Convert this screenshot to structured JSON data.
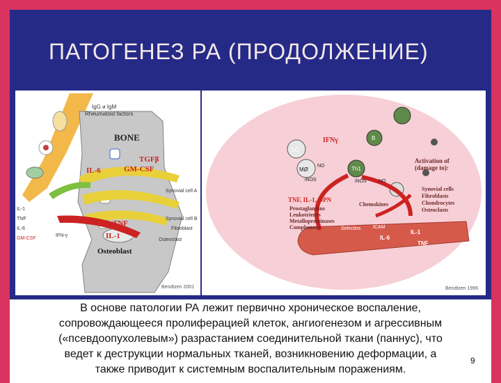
{
  "slide": {
    "title": "ПАТОГЕНЕЗ РА (ПРОДОЛЖЕНИЕ)",
    "page_number": "9"
  },
  "left_diagram": {
    "igg_igm": "IgG и IgM",
    "rheumatoid_factors": "Rheumatoid factors",
    "bone": "BONE",
    "tgf": "TGFβ",
    "il6": "IL-6",
    "gmcsf": "GM-CSF",
    "synovial_a": "Synovial cell A",
    "synovial_b": "Synovial cell B",
    "fibroblast": "Fibroblast",
    "tnf": "TNF",
    "il1": "IL-1",
    "osteoclast": "Osteoclast",
    "osteoblast": "Osteoblast",
    "il1_side": "IL-1",
    "tnf_side": "TNF",
    "il6_side": "IL-6",
    "gmcsf_side": "GM-CSF",
    "ifn": "IFN-γ",
    "credit": "Bendtzen 2001"
  },
  "right_diagram": {
    "ifn": "IFNγ",
    "dc": "DC",
    "mo": "MØ",
    "no1": "NO",
    "inos1": "iNOS",
    "th1": "Th1",
    "inos2": "iNOS",
    "no2": "NO",
    "b": "B",
    "activation": "Activation of",
    "damage_to": "(damage to):",
    "tnf_il1_opn": "TNF, IL-1, OPN",
    "prostaglandins": "Prostaglandins",
    "leukotrienes": "Leukotrienes",
    "metalloproteinases": "Metalloproteinases",
    "complement": "Complement",
    "chemokines": "Chemokines",
    "synovial_cells": "Synovial cells",
    "fibroblasts": "Fibroblasts",
    "chondrocytes": "Chondrocytes",
    "osteoclasts": "Osteoclasts",
    "selectins": "Selectins",
    "icam": "ICAM",
    "il1": "IL-1",
    "il6": "IL-6",
    "tnf": "TNF",
    "credit": "Bendtzen 1996"
  },
  "caption": {
    "line1": "В основе патологии РА лежит первично хроническое воспаление,",
    "line2": "сопровождающееся пролиферацией клеток, ангиогенезом и агрессивным",
    "line3": "(«псевдоопухолевым») разрастанием соединительной ткани (паннус), что",
    "line4": "ведет к деструкции нормальных тканей, возникновению деформации, а",
    "line5": "также приводит к системным воспалительным поражениям."
  },
  "colors": {
    "outer_border": "#d9335f",
    "background": "#262a87",
    "title_text": "#f3e8e8",
    "bone_fill": "#c8c8c8",
    "cytokine_red": "#cc2222",
    "arrow_yellow": "#e8d03a",
    "vessel_red": "#d65a4a",
    "pink_disc": "#f7cfd6"
  }
}
